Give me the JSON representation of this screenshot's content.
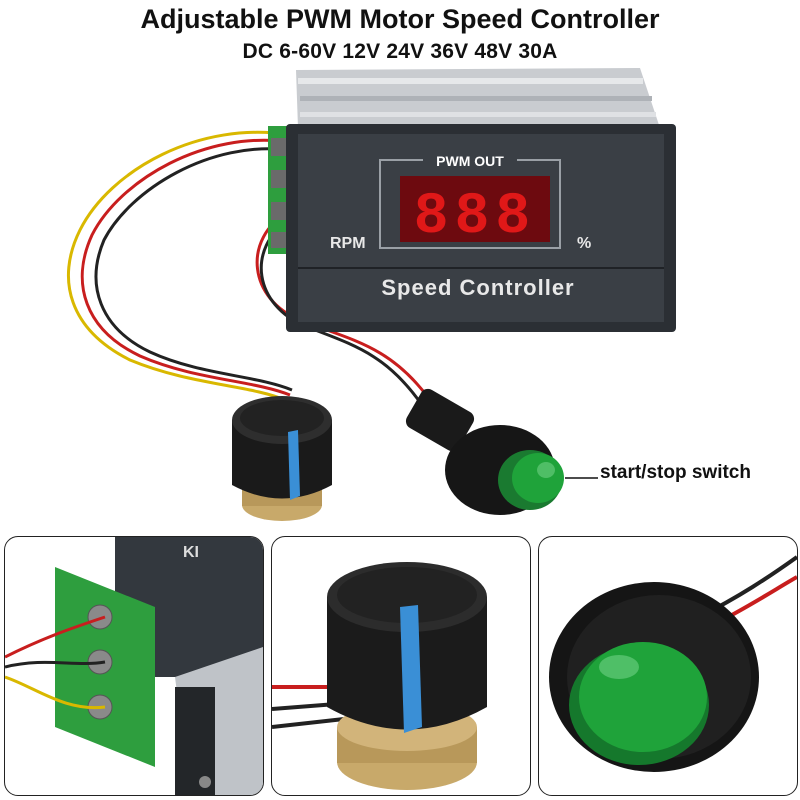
{
  "title": "Adjustable PWM Motor Speed Controller",
  "subtitle": "DC 6-60V 12V 24V 36V 48V 30A",
  "device": {
    "window_label": "PWM OUT",
    "display_digits": "888",
    "left_unit": "RPM",
    "right_unit": "%",
    "panel_text": "Speed Controller"
  },
  "callout": "start/stop switch",
  "detail_panels": [
    {
      "subject": "terminal-block-closeup",
      "partial_text": "KI"
    },
    {
      "subject": "potentiometer-knob-closeup"
    },
    {
      "subject": "green-button-closeup"
    }
  ],
  "colors": {
    "housing": "#3a3f45",
    "display_red": "#e01818",
    "knob_stripe": "#3a8fd6",
    "switch_green": "#1fa33a",
    "terminal_green": "#2e9e3e"
  }
}
